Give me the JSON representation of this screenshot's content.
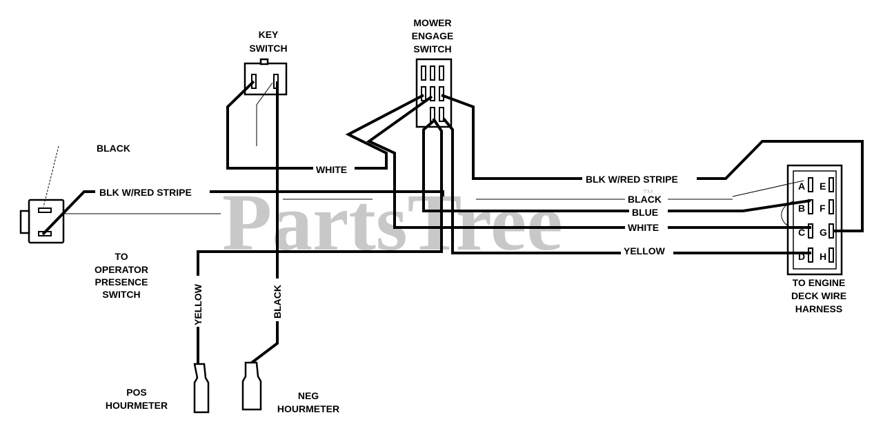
{
  "watermark": "PartsTree",
  "watermark_mark": "TM",
  "components": {
    "key_switch": [
      "KEY",
      "SWITCH"
    ],
    "mower_engage_switch": [
      "MOWER",
      "ENGAGE",
      "SWITCH"
    ],
    "operator_presence": [
      "TO",
      "OPERATOR",
      "PRESENCE",
      "SWITCH"
    ],
    "engine_deck_harness": [
      "TO ENGINE",
      "DECK WIRE",
      "HARNESS"
    ],
    "pos_hourmeter": [
      "POS",
      "HOURMETER"
    ],
    "neg_hourmeter": [
      "NEG",
      "HOURMETER"
    ]
  },
  "wire_labels": {
    "black_left": "BLACK",
    "blk_red_left": "BLK W/RED STRIPE",
    "white_key": "WHITE",
    "blk_red_right": "BLK W/RED STRIPE",
    "black_right": "BLACK",
    "blue": "BLUE",
    "white_right": "WHITE",
    "yellow_right": "YELLOW",
    "yellow_vertical": "YELLOW",
    "black_vertical": "BLACK"
  },
  "harness_terminals": [
    "A",
    "B",
    "C",
    "D",
    "E",
    "F",
    "G",
    "H"
  ]
}
